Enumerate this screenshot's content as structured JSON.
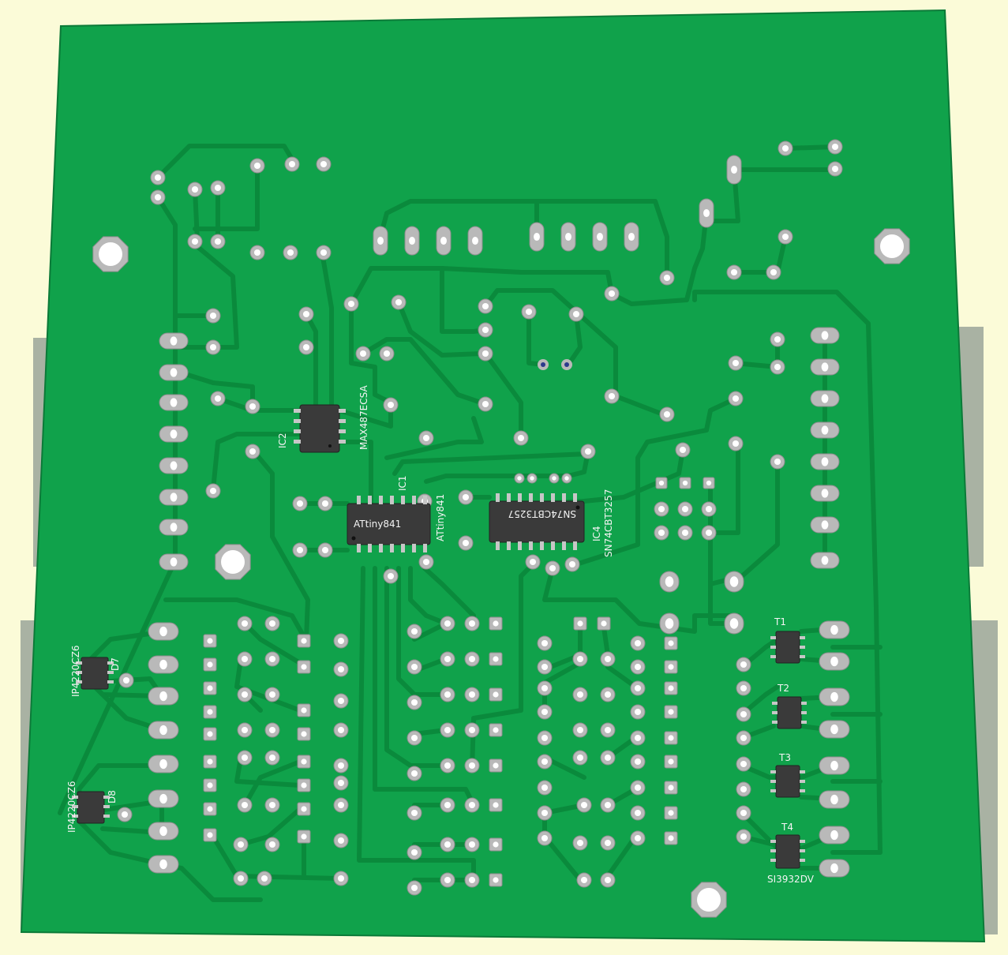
{
  "colors": {
    "background": "#fbfbd8",
    "board": "#10a24b",
    "board_edge": "#0b7a38",
    "trace": "#0a8a3c",
    "pad": "#b9b9b9",
    "hole": "#ffffff",
    "chip": "#3a3a3a",
    "silkscreen": "#f4f4f4",
    "connector": "#a9b2a3"
  },
  "labels": {
    "ic2_ref": "IC2",
    "ic2_part": "MAX487ECSA",
    "ic1_ref": "IC1",
    "ic1_part": "ATtiny841",
    "ic1_chip_mark": "ATtiny841",
    "ic4_ref": "IC4",
    "ic4_part": "SN74CBT3257",
    "ic4_chip_mark": "SN74CBT3257",
    "d7_ref": "D7",
    "d7_part": "IP4220CZ6",
    "d8_ref": "D8",
    "d8_part": "IP4220CZ6",
    "t1_ref": "T1",
    "t2_ref": "T2",
    "t3_ref": "T3",
    "t4_ref": "T4",
    "t4_part": "SI3932DV"
  }
}
